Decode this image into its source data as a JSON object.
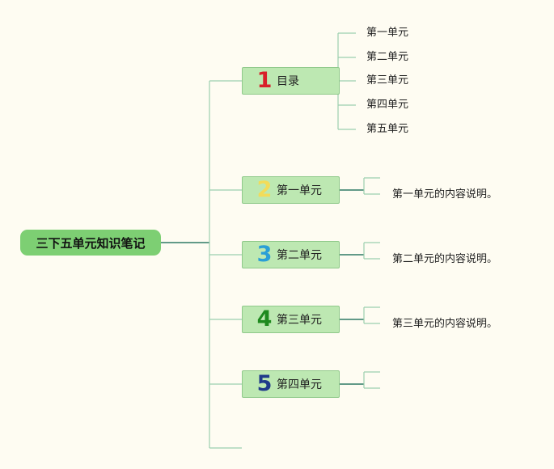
{
  "root": {
    "label": "三下五单元知识笔记"
  },
  "colors": {
    "background": "#fefcf2",
    "root_fill": "#7dcf73",
    "branch_fill": "#bde8b2",
    "line": "#2f7a64",
    "line_light": "#9ccfae"
  },
  "branches": [
    {
      "number": "1",
      "label": "目录",
      "number_color": "#d8202a"
    },
    {
      "number": "2",
      "label": "第一单元",
      "number_color": "#f2dc5a"
    },
    {
      "number": "3",
      "label": "第二单元",
      "number_color": "#2a9fd6"
    },
    {
      "number": "4",
      "label": "第三单元",
      "number_color": "#1f8a1f"
    },
    {
      "number": "5",
      "label": "第四单元",
      "number_color": "#1f3a8a"
    }
  ],
  "toc_items": [
    "第一单元",
    "第二单元",
    "第三单元",
    "第四单元",
    "第五单元"
  ],
  "descriptions": [
    "第一单元的内容说明。",
    "第二单元的内容说明。",
    "第三单元的内容说明。"
  ]
}
